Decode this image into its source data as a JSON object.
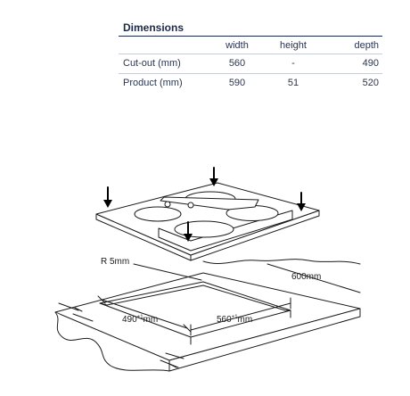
{
  "table": {
    "title": "Dimensions",
    "columns": [
      "",
      "width",
      "height",
      "depth"
    ],
    "rows": [
      {
        "label": "Cut-out (mm)",
        "width": "560",
        "height": "-",
        "depth": "490"
      },
      {
        "label": "Product (mm)",
        "width": "590",
        "height": "51",
        "depth": "520"
      }
    ]
  },
  "drawing": {
    "radius_label": "R 5mm",
    "depth_label": "600mm",
    "cutout_depth_label": "490",
    "cutout_depth_tol": "+1",
    "cutout_depth_unit": "mm",
    "cutout_width_label": "560",
    "cutout_width_tol": "+1",
    "cutout_width_unit": "mm"
  },
  "colors": {
    "ink": "#1b2a4a",
    "line": "#1b1b1b",
    "rule": "#c8ccd4"
  }
}
